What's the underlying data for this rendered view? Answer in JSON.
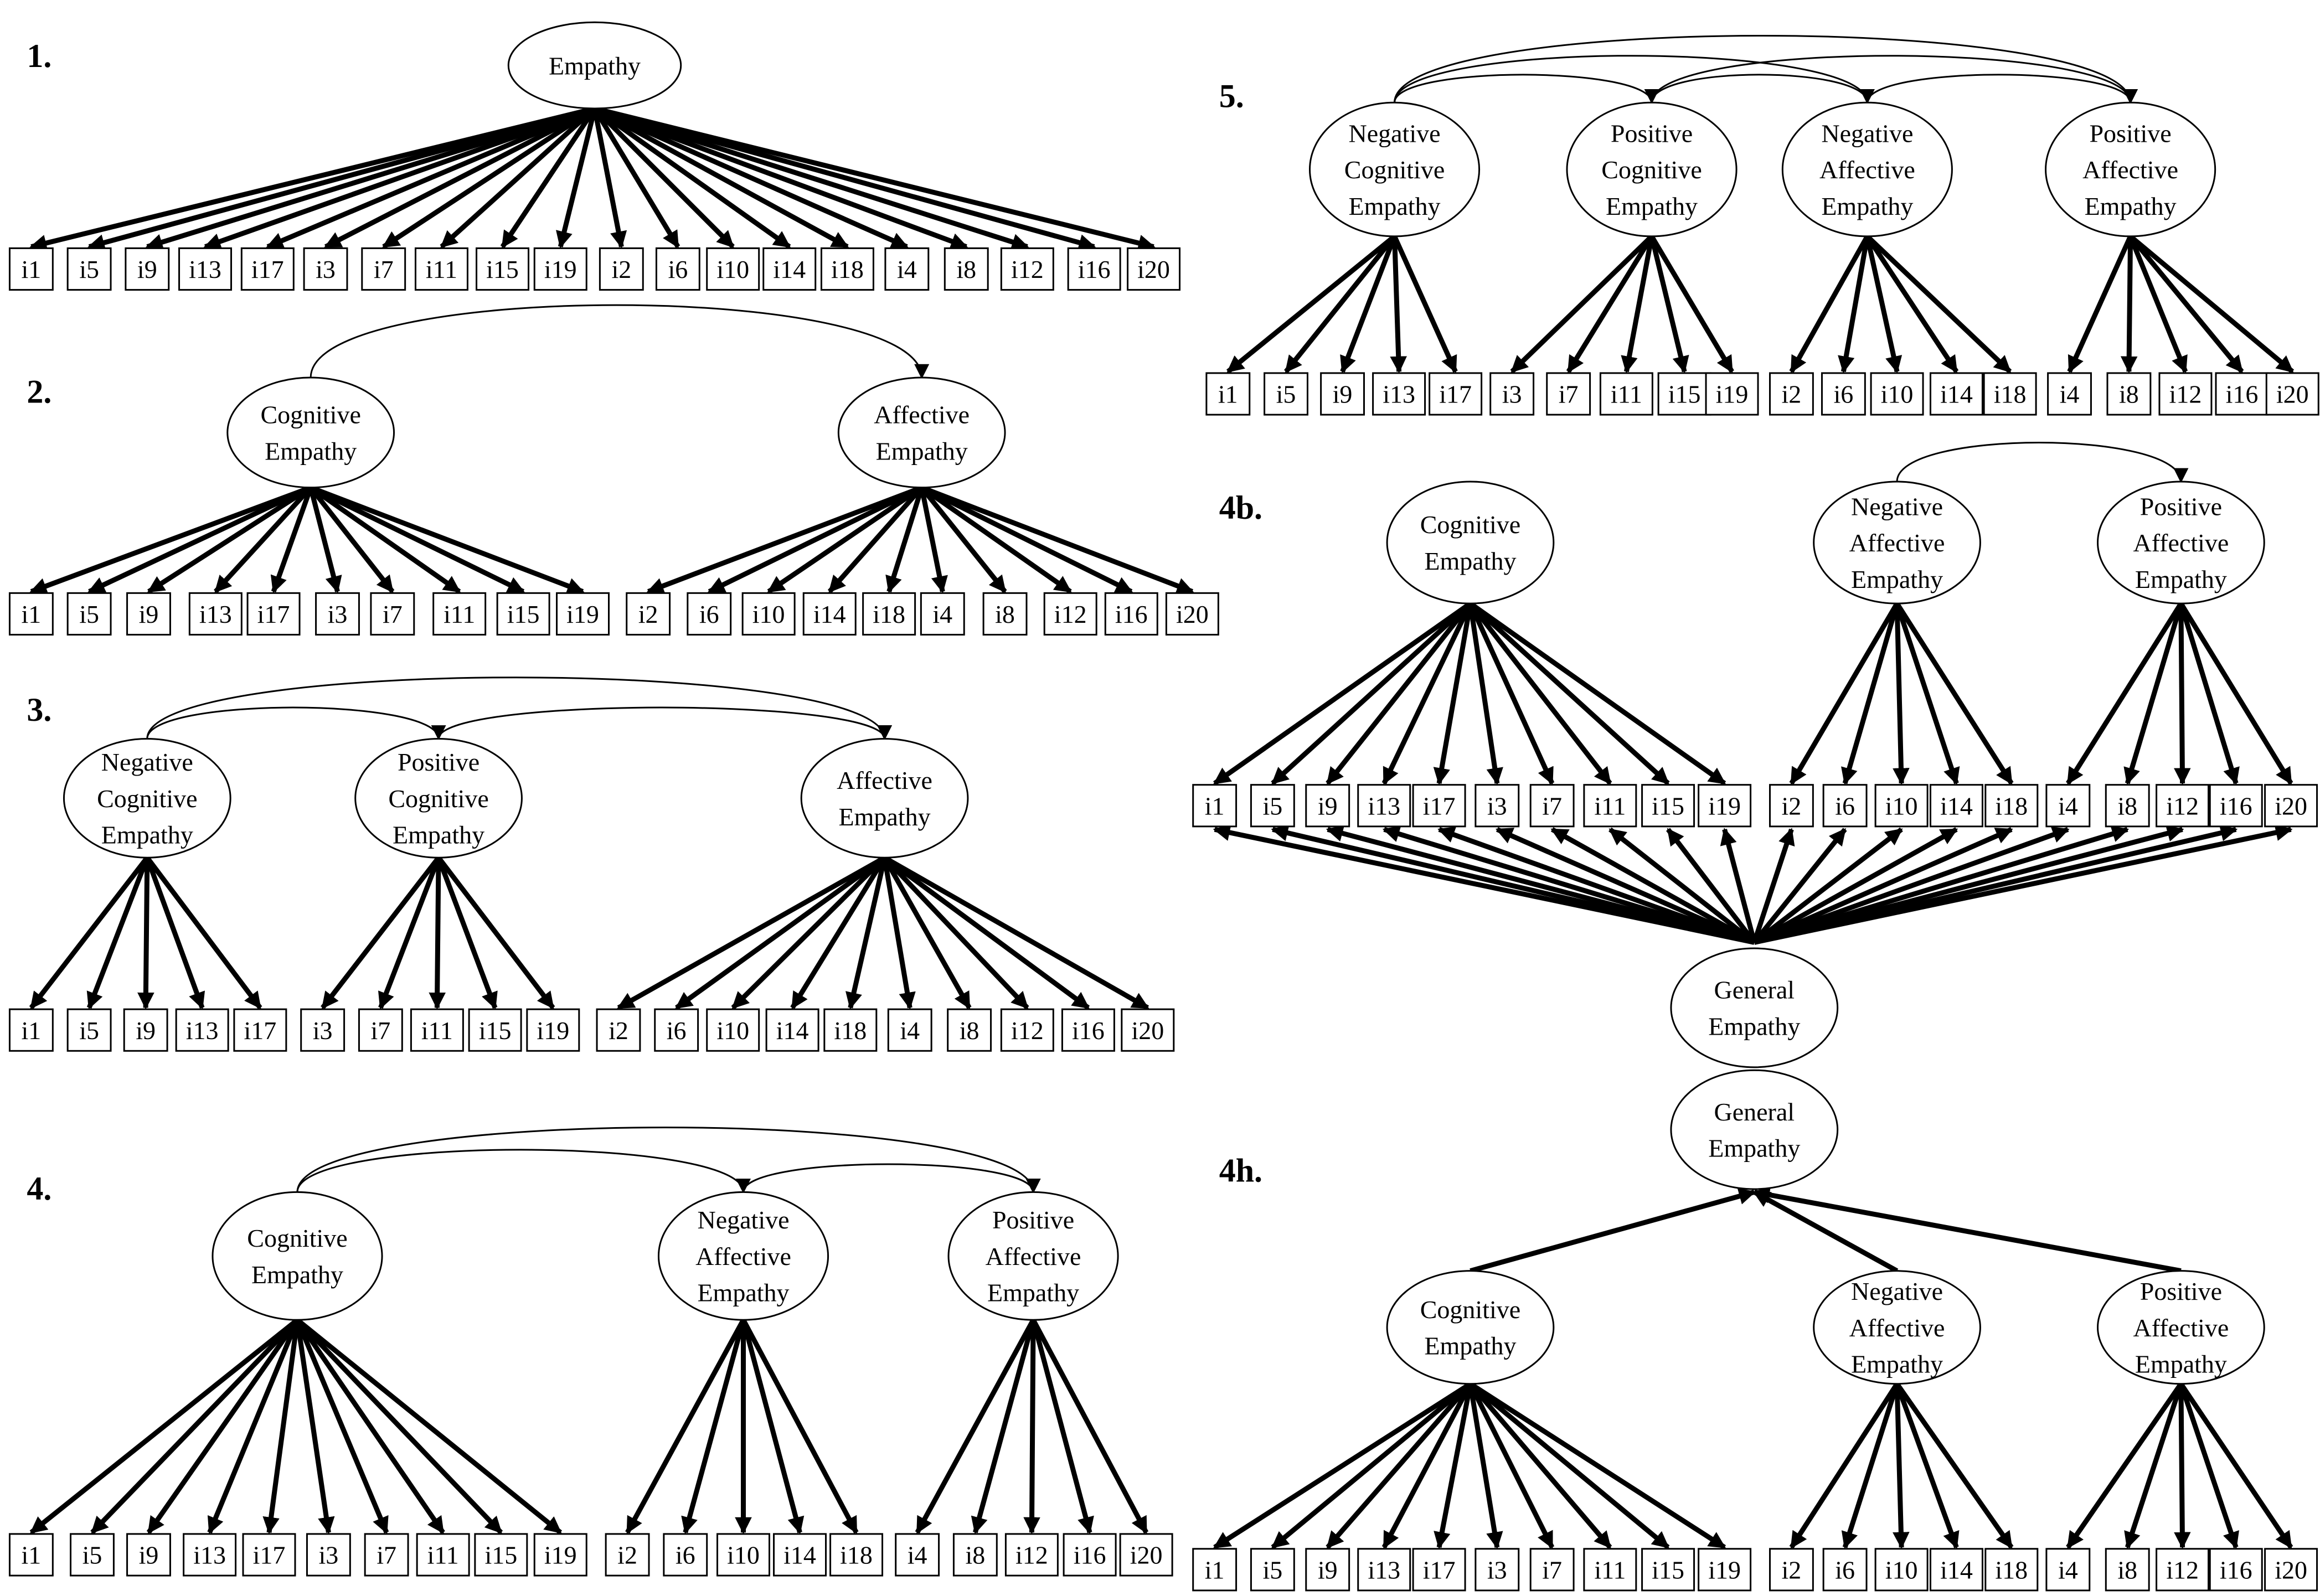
{
  "models": [
    {
      "id": "m1",
      "label": "1.",
      "factors": [
        {
          "name": "Empathy",
          "lines": [
            "Empathy"
          ]
        }
      ],
      "items": [
        "i1",
        "i5",
        "i9",
        "i13",
        "i17",
        "i3",
        "i7",
        "i11",
        "i15",
        "i19",
        "i2",
        "i6",
        "i10",
        "i14",
        "i18",
        "i4",
        "i8",
        "i12",
        "i16",
        "i20"
      ]
    },
    {
      "id": "m2",
      "label": "2.",
      "factors": [
        {
          "name": "Cognitive Empathy",
          "lines": [
            "Cognitive",
            "Empathy"
          ]
        },
        {
          "name": "Affective Empathy",
          "lines": [
            "Affective",
            "Empathy"
          ]
        }
      ],
      "items": [
        "i1",
        "i5",
        "i9",
        "i13",
        "i17",
        "i3",
        "i7",
        "i11",
        "i15",
        "i19",
        "i2",
        "i6",
        "i10",
        "i14",
        "i18",
        "i4",
        "i8",
        "i12",
        "i16",
        "i20"
      ]
    },
    {
      "id": "m3",
      "label": "3.",
      "factors": [
        {
          "name": "Negative Cognitive Empathy",
          "lines": [
            "Negative",
            "Cognitive",
            "Empathy"
          ]
        },
        {
          "name": "Positive Cognitive Empathy",
          "lines": [
            "Positive",
            "Cognitive",
            "Empathy"
          ]
        },
        {
          "name": "Affective Empathy",
          "lines": [
            "Affective",
            "Empathy"
          ]
        }
      ],
      "items": [
        "i1",
        "i5",
        "i9",
        "i13",
        "i17",
        "i3",
        "i7",
        "i11",
        "i15",
        "i19",
        "i2",
        "i6",
        "i10",
        "i14",
        "i18",
        "i4",
        "i8",
        "i12",
        "i16",
        "i20"
      ]
    },
    {
      "id": "m4",
      "label": "4.",
      "factors": [
        {
          "name": "Cognitive Empathy",
          "lines": [
            "Cognitive",
            "Empathy"
          ]
        },
        {
          "name": "Negative Affective Empathy",
          "lines": [
            "Negative",
            "Affective",
            "Empathy"
          ]
        },
        {
          "name": "Positive Affective Empathy",
          "lines": [
            "Positive",
            "Affective",
            "Empathy"
          ]
        }
      ],
      "items": [
        "i1",
        "i5",
        "i9",
        "i13",
        "i17",
        "i3",
        "i7",
        "i11",
        "i15",
        "i19",
        "i2",
        "i6",
        "i10",
        "i14",
        "i18",
        "i4",
        "i8",
        "i12",
        "i16",
        "i20"
      ]
    },
    {
      "id": "m5",
      "label": "5.",
      "factors": [
        {
          "name": "Negative Cognitive Empathy",
          "lines": [
            "Negative",
            "Cognitive",
            "Empathy"
          ]
        },
        {
          "name": "Positive Cognitive Empathy",
          "lines": [
            "Positive",
            "Cognitive",
            "Empathy"
          ]
        },
        {
          "name": "Negative Affective Empathy",
          "lines": [
            "Negative",
            "Affective",
            "Empathy"
          ]
        },
        {
          "name": "Positive Affective Empathy",
          "lines": [
            "Positive",
            "Affective",
            "Empathy"
          ]
        }
      ],
      "items": [
        "i1",
        "i5",
        "i9",
        "i13",
        "i17",
        "i3",
        "i7",
        "i11",
        "i15",
        "i19",
        "i2",
        "i6",
        "i10",
        "i14",
        "i18",
        "i4",
        "i8",
        "i12",
        "i16",
        "i20"
      ]
    },
    {
      "id": "m4b",
      "label": "4b.",
      "factors": [
        {
          "name": "Cognitive Empathy",
          "lines": [
            "Cognitive",
            "Empathy"
          ]
        },
        {
          "name": "Negative Affective Empathy",
          "lines": [
            "Negative",
            "Affective",
            "Empathy"
          ]
        },
        {
          "name": "Positive Affective Empathy",
          "lines": [
            "Positive",
            "Affective",
            "Empathy"
          ]
        },
        {
          "name": "General Empathy",
          "lines": [
            "General",
            "Empathy"
          ]
        }
      ],
      "items": [
        "i1",
        "i5",
        "i9",
        "i13",
        "i17",
        "i3",
        "i7",
        "i11",
        "i15",
        "i19",
        "i2",
        "i6",
        "i10",
        "i14",
        "i18",
        "i4",
        "i8",
        "i12",
        "i16",
        "i20"
      ]
    },
    {
      "id": "m4h",
      "label": "4h.",
      "factors": [
        {
          "name": "General Empathy",
          "lines": [
            "General",
            "Empathy"
          ]
        },
        {
          "name": "Cognitive Empathy",
          "lines": [
            "Cognitive",
            "Empathy"
          ]
        },
        {
          "name": "Negative Affective Empathy",
          "lines": [
            "Negative",
            "Affective",
            "Empathy"
          ]
        },
        {
          "name": "Positive Affective Empathy",
          "lines": [
            "Positive",
            "Affective",
            "Empathy"
          ]
        }
      ],
      "items": [
        "i1",
        "i5",
        "i9",
        "i13",
        "i17",
        "i3",
        "i7",
        "i11",
        "i15",
        "i19",
        "i2",
        "i6",
        "i10",
        "i14",
        "i18",
        "i4",
        "i8",
        "i12",
        "i16",
        "i20"
      ]
    }
  ]
}
